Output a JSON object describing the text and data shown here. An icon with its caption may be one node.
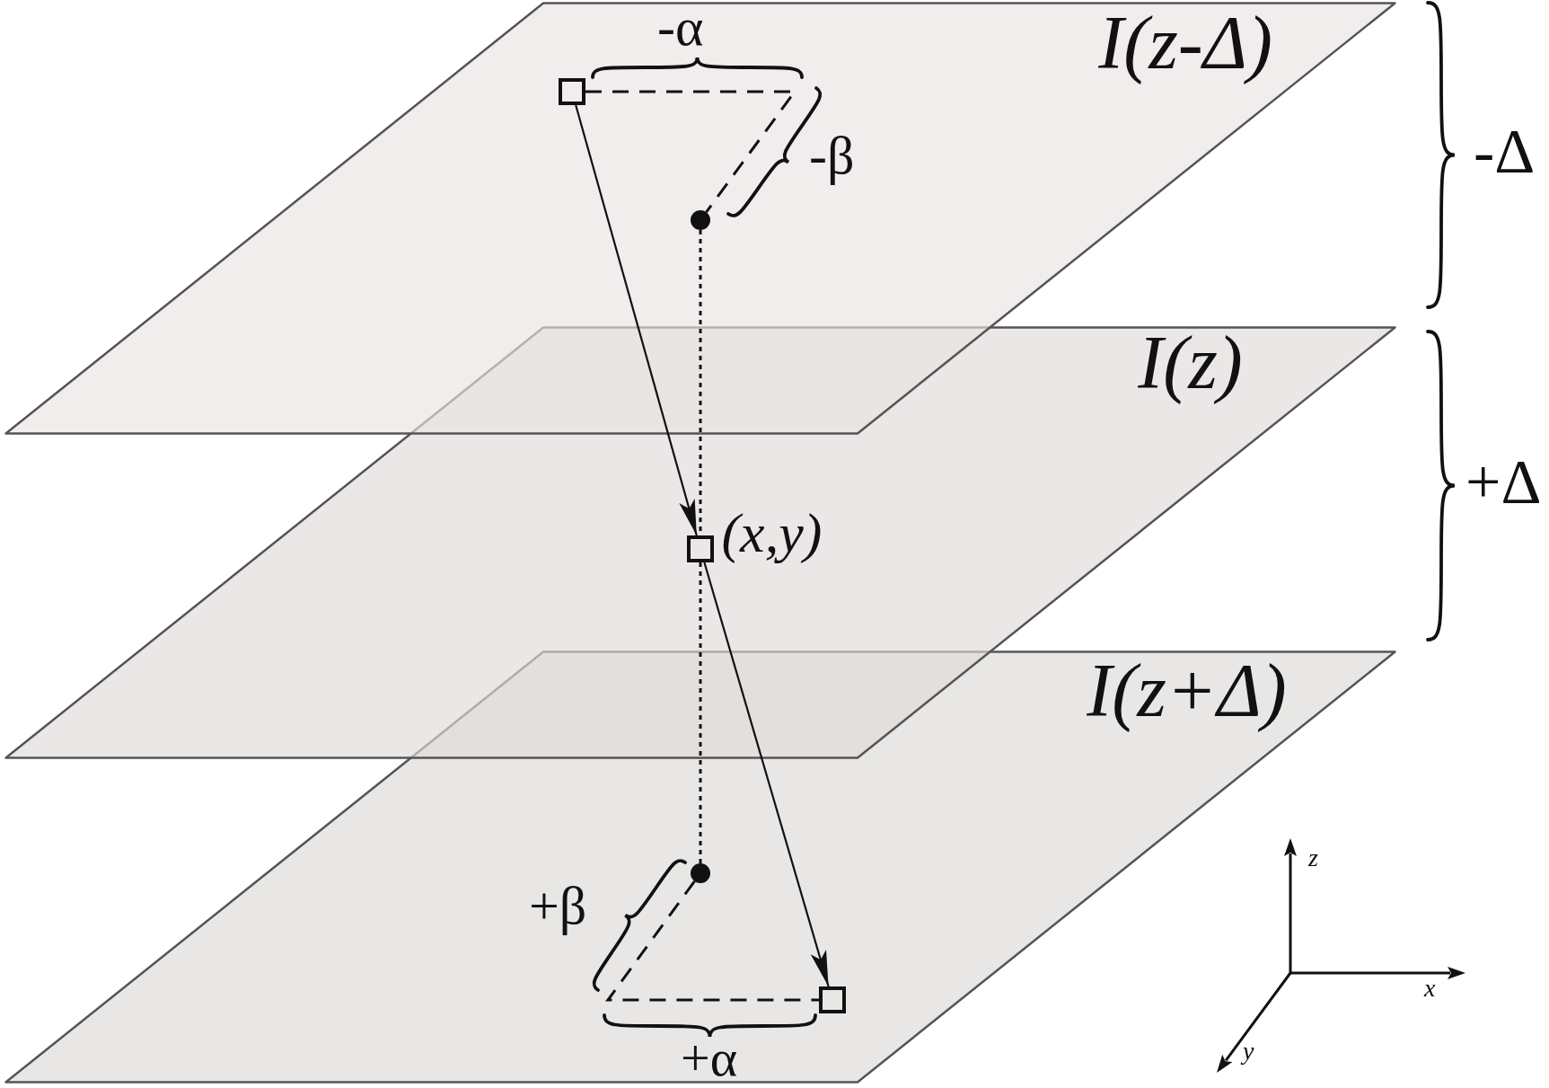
{
  "diagram": {
    "nodes": [
      {
        "text": [
          "I(z-Δ)"
        ]
      },
      {
        "text": [],
        "shape": "box",
        "in": 0
      },
      {
        "text": [],
        "shape": "circle",
        "in": 0
      },
      {
        "text": [
          "I(z)"
        ]
      },
      {
        "text": [],
        "shape": "box",
        "in": 3,
        "beside": [
          "(x,y)"
        ]
      },
      {
        "text": [
          "I(z+Δ)"
        ]
      },
      {
        "text": [],
        "shape": "circle",
        "in": 5
      },
      {
        "text": [],
        "shape": "box",
        "in": 5
      }
    ],
    "edges": [
      {
        "from": 1,
        "to": 4,
        "arrow": "to"
      },
      {
        "from": 4,
        "to": 7,
        "arrow": "to"
      },
      {
        "from": 1,
        "to": 2,
        "arrow": "none",
        "style": "dashed"
      },
      {
        "from": 2,
        "to": 4,
        "arrow": "none",
        "style": "dashed"
      },
      {
        "from": 4,
        "to": 6,
        "arrow": "none",
        "style": "dashed"
      },
      {
        "from": 6,
        "to": 7,
        "arrow": "none",
        "style": "dashed"
      }
    ],
    "labels": [
      "-α",
      "-β",
      "-Δ",
      "+Δ",
      "+β",
      "+α",
      "z",
      "x",
      "y"
    ]
  }
}
